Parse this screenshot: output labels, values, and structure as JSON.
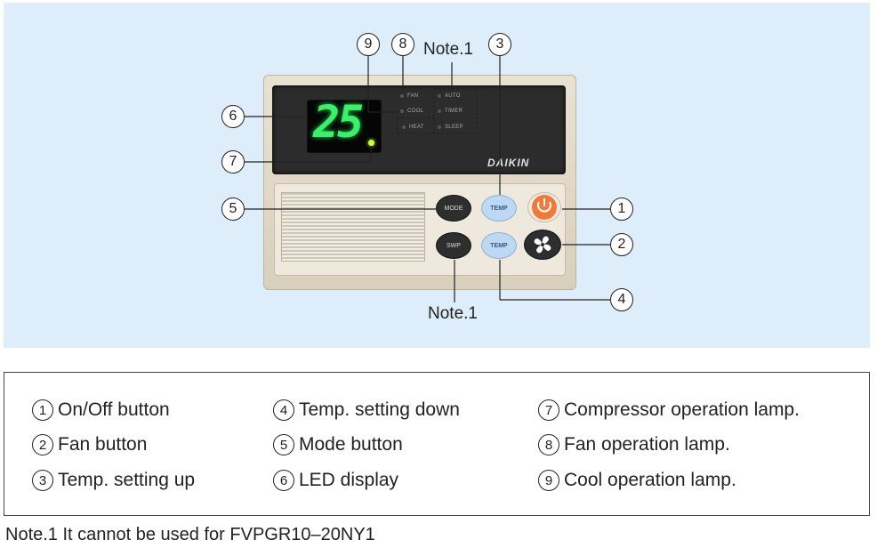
{
  "remote": {
    "led_value": "25",
    "brand": "DAIKIN",
    "indicators": [
      "FAN",
      "COOL",
      "HEAT",
      "AUTO",
      "TIMER",
      "SLEEP"
    ],
    "buttons": {
      "mode": "MODE",
      "swing": "SWP",
      "temp_up": "TEMP",
      "temp_down": "TEMP"
    },
    "colors": {
      "led": "#3bf06a",
      "onoff": "#f07a3a",
      "temp_button": "#bcd8f2"
    }
  },
  "callouts": {
    "c1": "1",
    "c2": "2",
    "c3": "3",
    "c4": "4",
    "c5": "5",
    "c6": "6",
    "c7": "7",
    "c8": "8",
    "c9": "9",
    "note_top": "Note.1",
    "note_bottom": "Note.1"
  },
  "legend": [
    {
      "num": "1",
      "text": "On/Off button"
    },
    {
      "num": "2",
      "text": "Fan button"
    },
    {
      "num": "3",
      "text": "Temp. setting up"
    },
    {
      "num": "4",
      "text": "Temp. setting down"
    },
    {
      "num": "5",
      "text": "Mode button"
    },
    {
      "num": "6",
      "text": "LED display"
    },
    {
      "num": "7",
      "text": "Compressor operation lamp."
    },
    {
      "num": "8",
      "text": "Fan operation lamp."
    },
    {
      "num": "9",
      "text": "Cool operation lamp."
    }
  ],
  "footnote": "Note.1 It cannot be used for FVPGR10–20NY1"
}
